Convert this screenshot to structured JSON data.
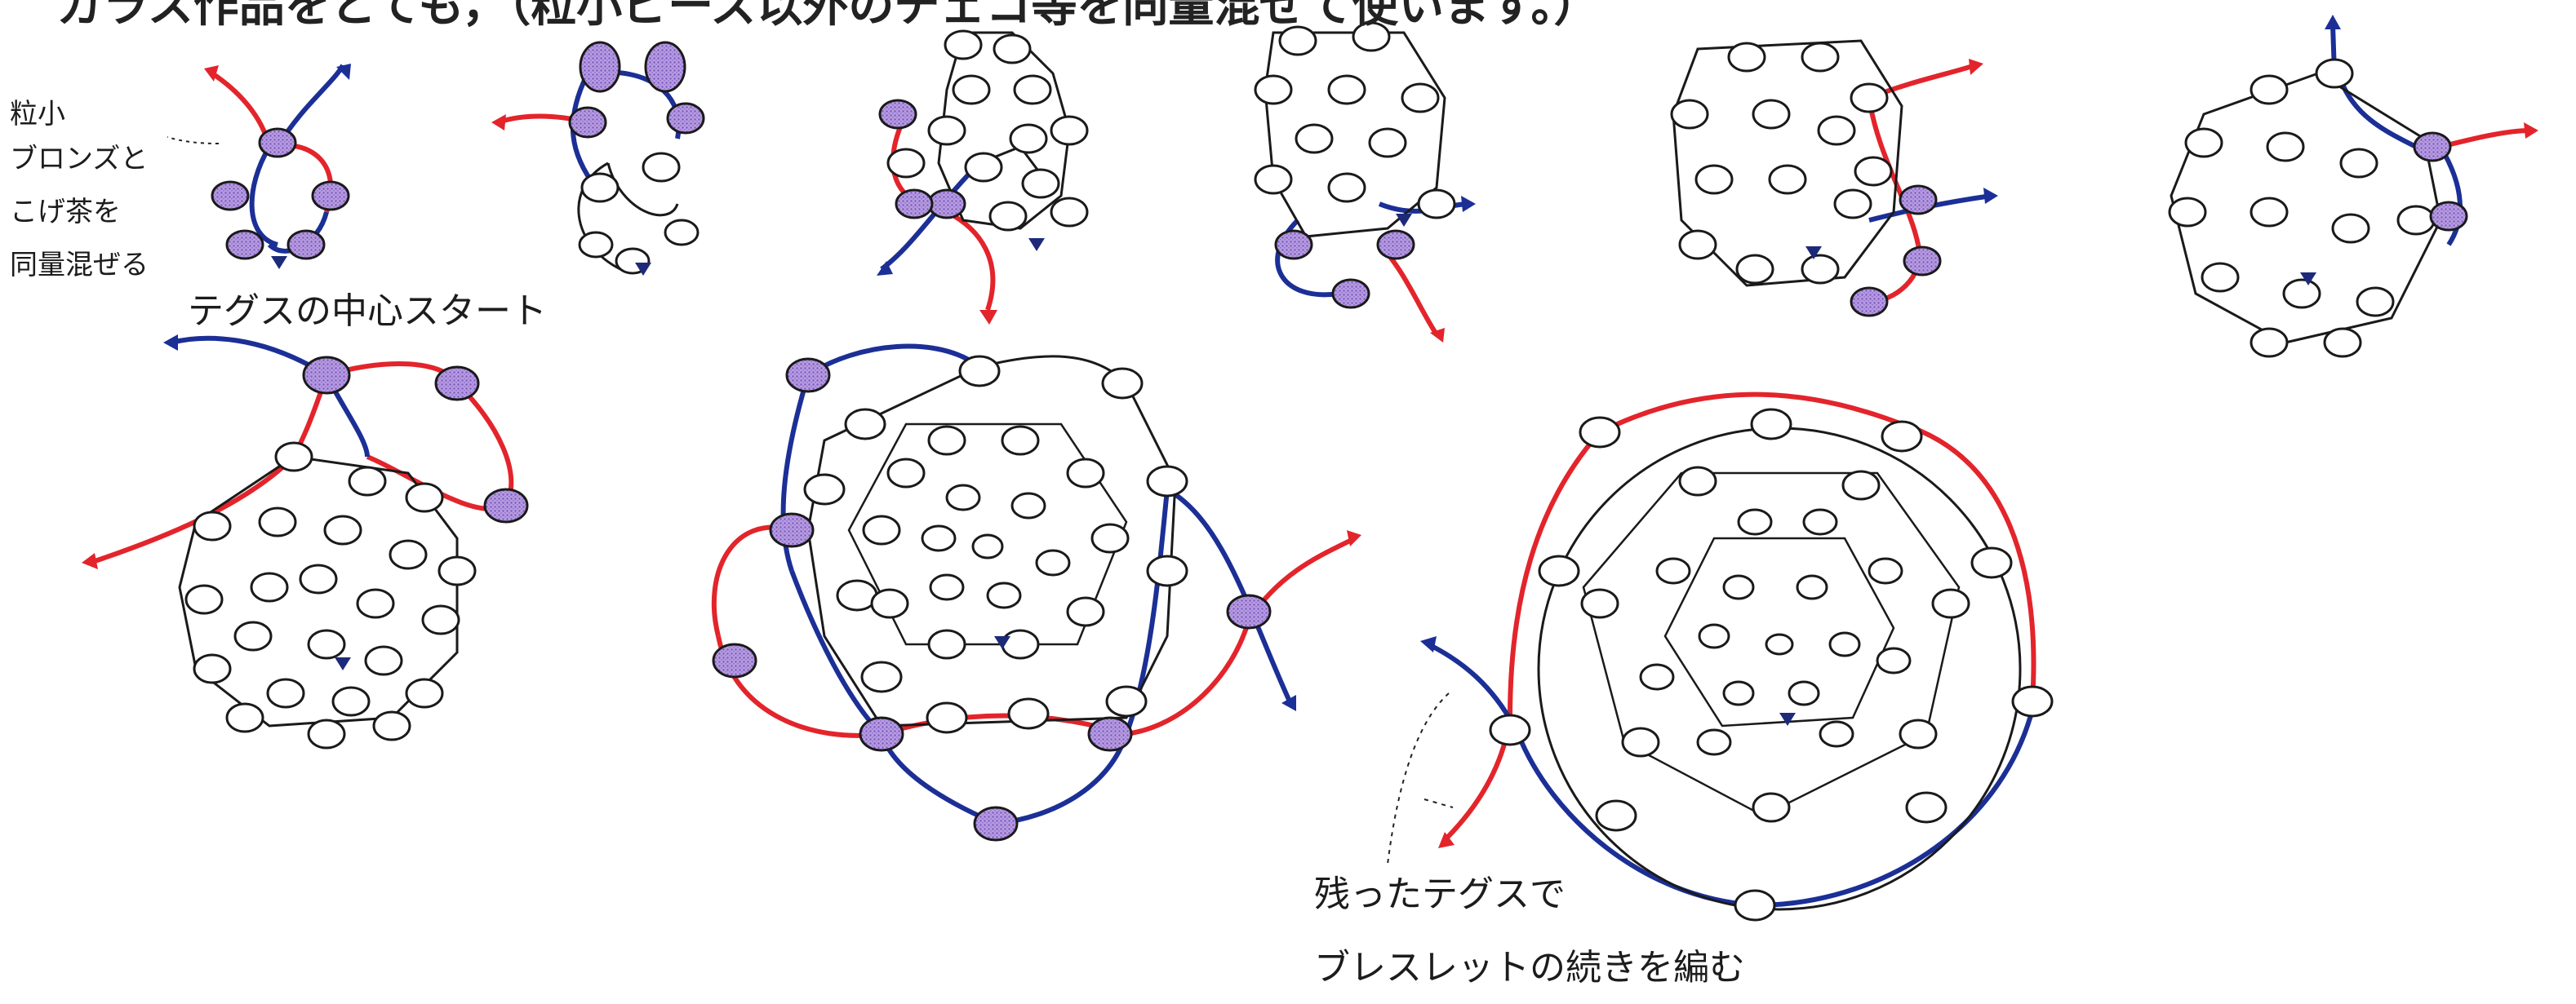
{
  "header_cut": "ガラス作品をとても，（粒小ビーズ以外のチェコ等を同量混ぜて使います。）",
  "bead_note": {
    "line1": "粒小",
    "line2": "ブロンズと",
    "line3": "こげ茶を",
    "line4": "同量混ぜる"
  },
  "start_label": "テグスの中心スタート",
  "end_note": {
    "line1": "残ったテグスで",
    "line2": "ブレスレットの続きを編む"
  },
  "colors": {
    "thread_red": "#e3242b",
    "thread_blue": "#1b2f96",
    "accent_bead": "#9a7ccf",
    "outline": "#1a1a1a",
    "marker": "#1d2a7a"
  },
  "icons": {
    "start_marker": "triangle-marker-icon",
    "thread_end": "arrowhead-icon"
  }
}
